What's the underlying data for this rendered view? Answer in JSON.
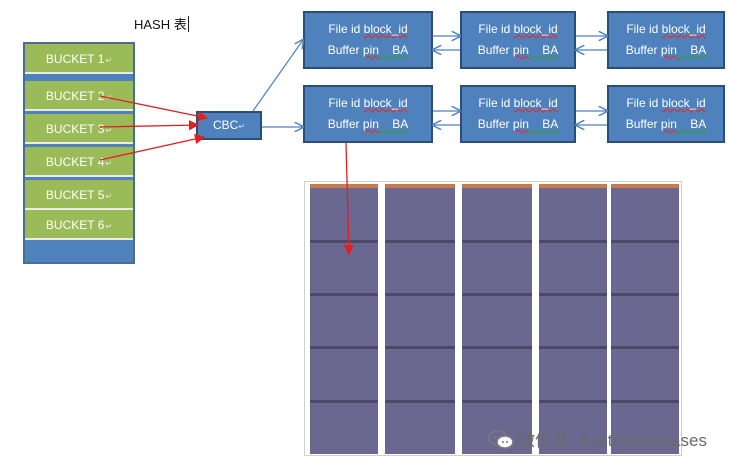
{
  "title": "HASH 表",
  "buckets": [
    "BUCKET 1",
    "BUCKET 2",
    "BUCKET 3",
    "BUCKET 4",
    "BUCKET 5",
    "BUCKET 6"
  ],
  "cbc_label": "CBC",
  "buffer_header": {
    "line1": {
      "a": "File id ",
      "b": "block_id"
    },
    "line2": {
      "a": "Buffer ",
      "b": "pin",
      "c": "    BA"
    }
  },
  "watermark": "微信号: AustinDatabases",
  "colors": {
    "bucket_fill": "#9bbb59",
    "box_fill": "#4f81bd",
    "pointer_arrow": "#e02020",
    "link_arrow": "#4f81bd",
    "buffer_block": "#6a6790"
  }
}
